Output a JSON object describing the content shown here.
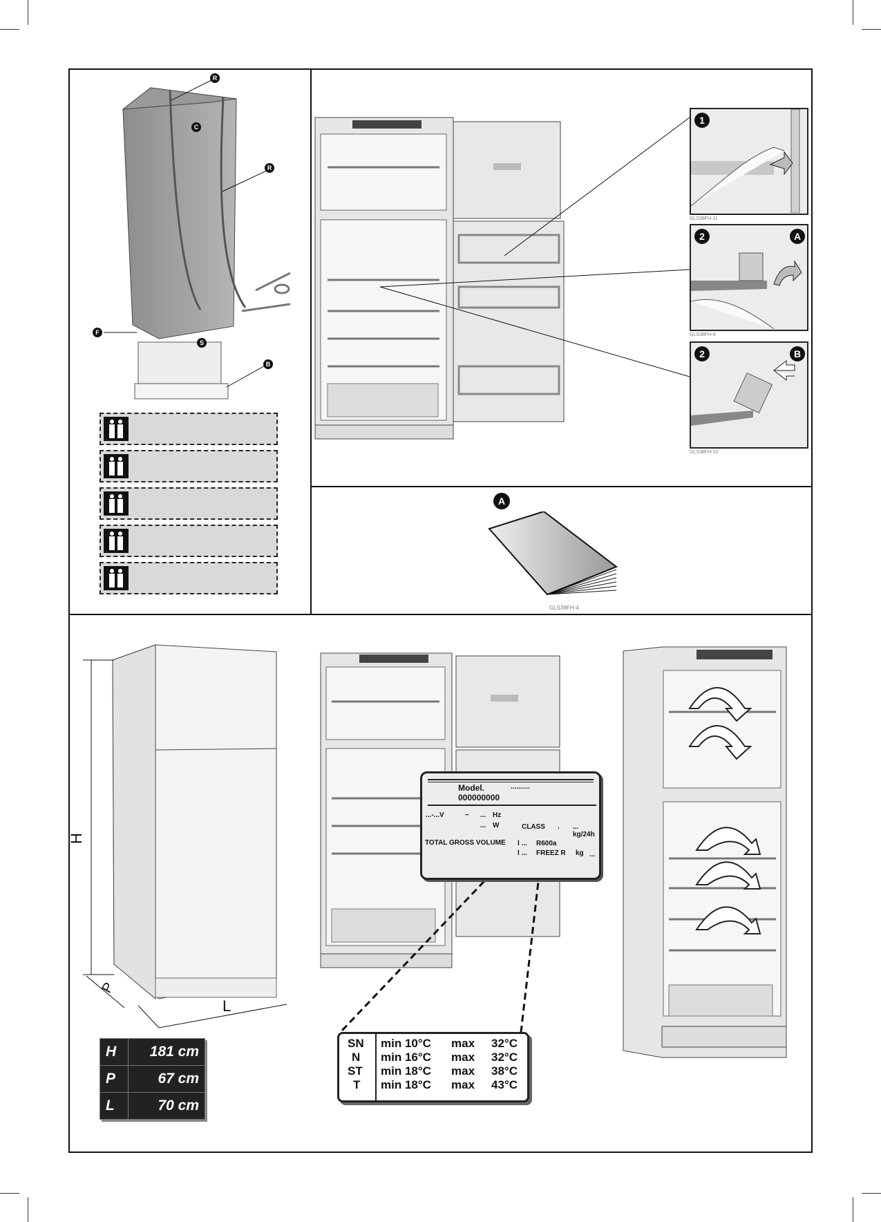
{
  "packaging": {
    "labels": [
      "R",
      "C",
      "R",
      "F",
      "S",
      "B"
    ]
  },
  "warnings": {
    "icon": "two-person-lift-icon",
    "count": 5
  },
  "door_reversal": {
    "steps": [
      {
        "number": "1",
        "letter": "",
        "caption": "GLS38FH-11"
      },
      {
        "number": "2",
        "letter": "A",
        "caption": "GLS38FH-9"
      },
      {
        "number": "2",
        "letter": "B",
        "caption": "GLS38FH-10"
      }
    ]
  },
  "manual": {
    "badge": "A",
    "caption": "GLS38FH-4"
  },
  "dimensions": {
    "axis_labels": {
      "h": "H",
      "p": "P",
      "l": "L"
    },
    "rows": [
      {
        "key": "H",
        "value": "181 cm"
      },
      {
        "key": "P",
        "value": "67 cm"
      },
      {
        "key": "L",
        "value": "70 cm"
      }
    ]
  },
  "rating_plate": {
    "model_label": "Model.",
    "model_dots": "..........",
    "model_number": "000000000",
    "voltage": "...-...V",
    "tilde": "~",
    "hz_dots": "...",
    "hz": "Hz",
    "w_dots": "...",
    "w": "W",
    "class": "CLASS",
    "class_value": ".",
    "kg24h": "... kg/24h",
    "total_gross_volume": "TOTAL GROSS VOLUME",
    "l1": "l ...",
    "r600a": "R600a",
    "l2": "l ...",
    "freezer": "FREEZ R",
    "kg": "kg",
    "kg_dots": "..."
  },
  "climate_classes": [
    {
      "class": "SN",
      "min": "min 10°C",
      "max_label": "max",
      "max": "32°C"
    },
    {
      "class": "N",
      "min": "min 16°C",
      "max_label": "max",
      "max": "32°C"
    },
    {
      "class": "ST",
      "min": "min 18°C",
      "max_label": "max",
      "max": "38°C"
    },
    {
      "class": "T",
      "min": "min 18°C",
      "max_label": "max",
      "max": "43°C"
    }
  ]
}
